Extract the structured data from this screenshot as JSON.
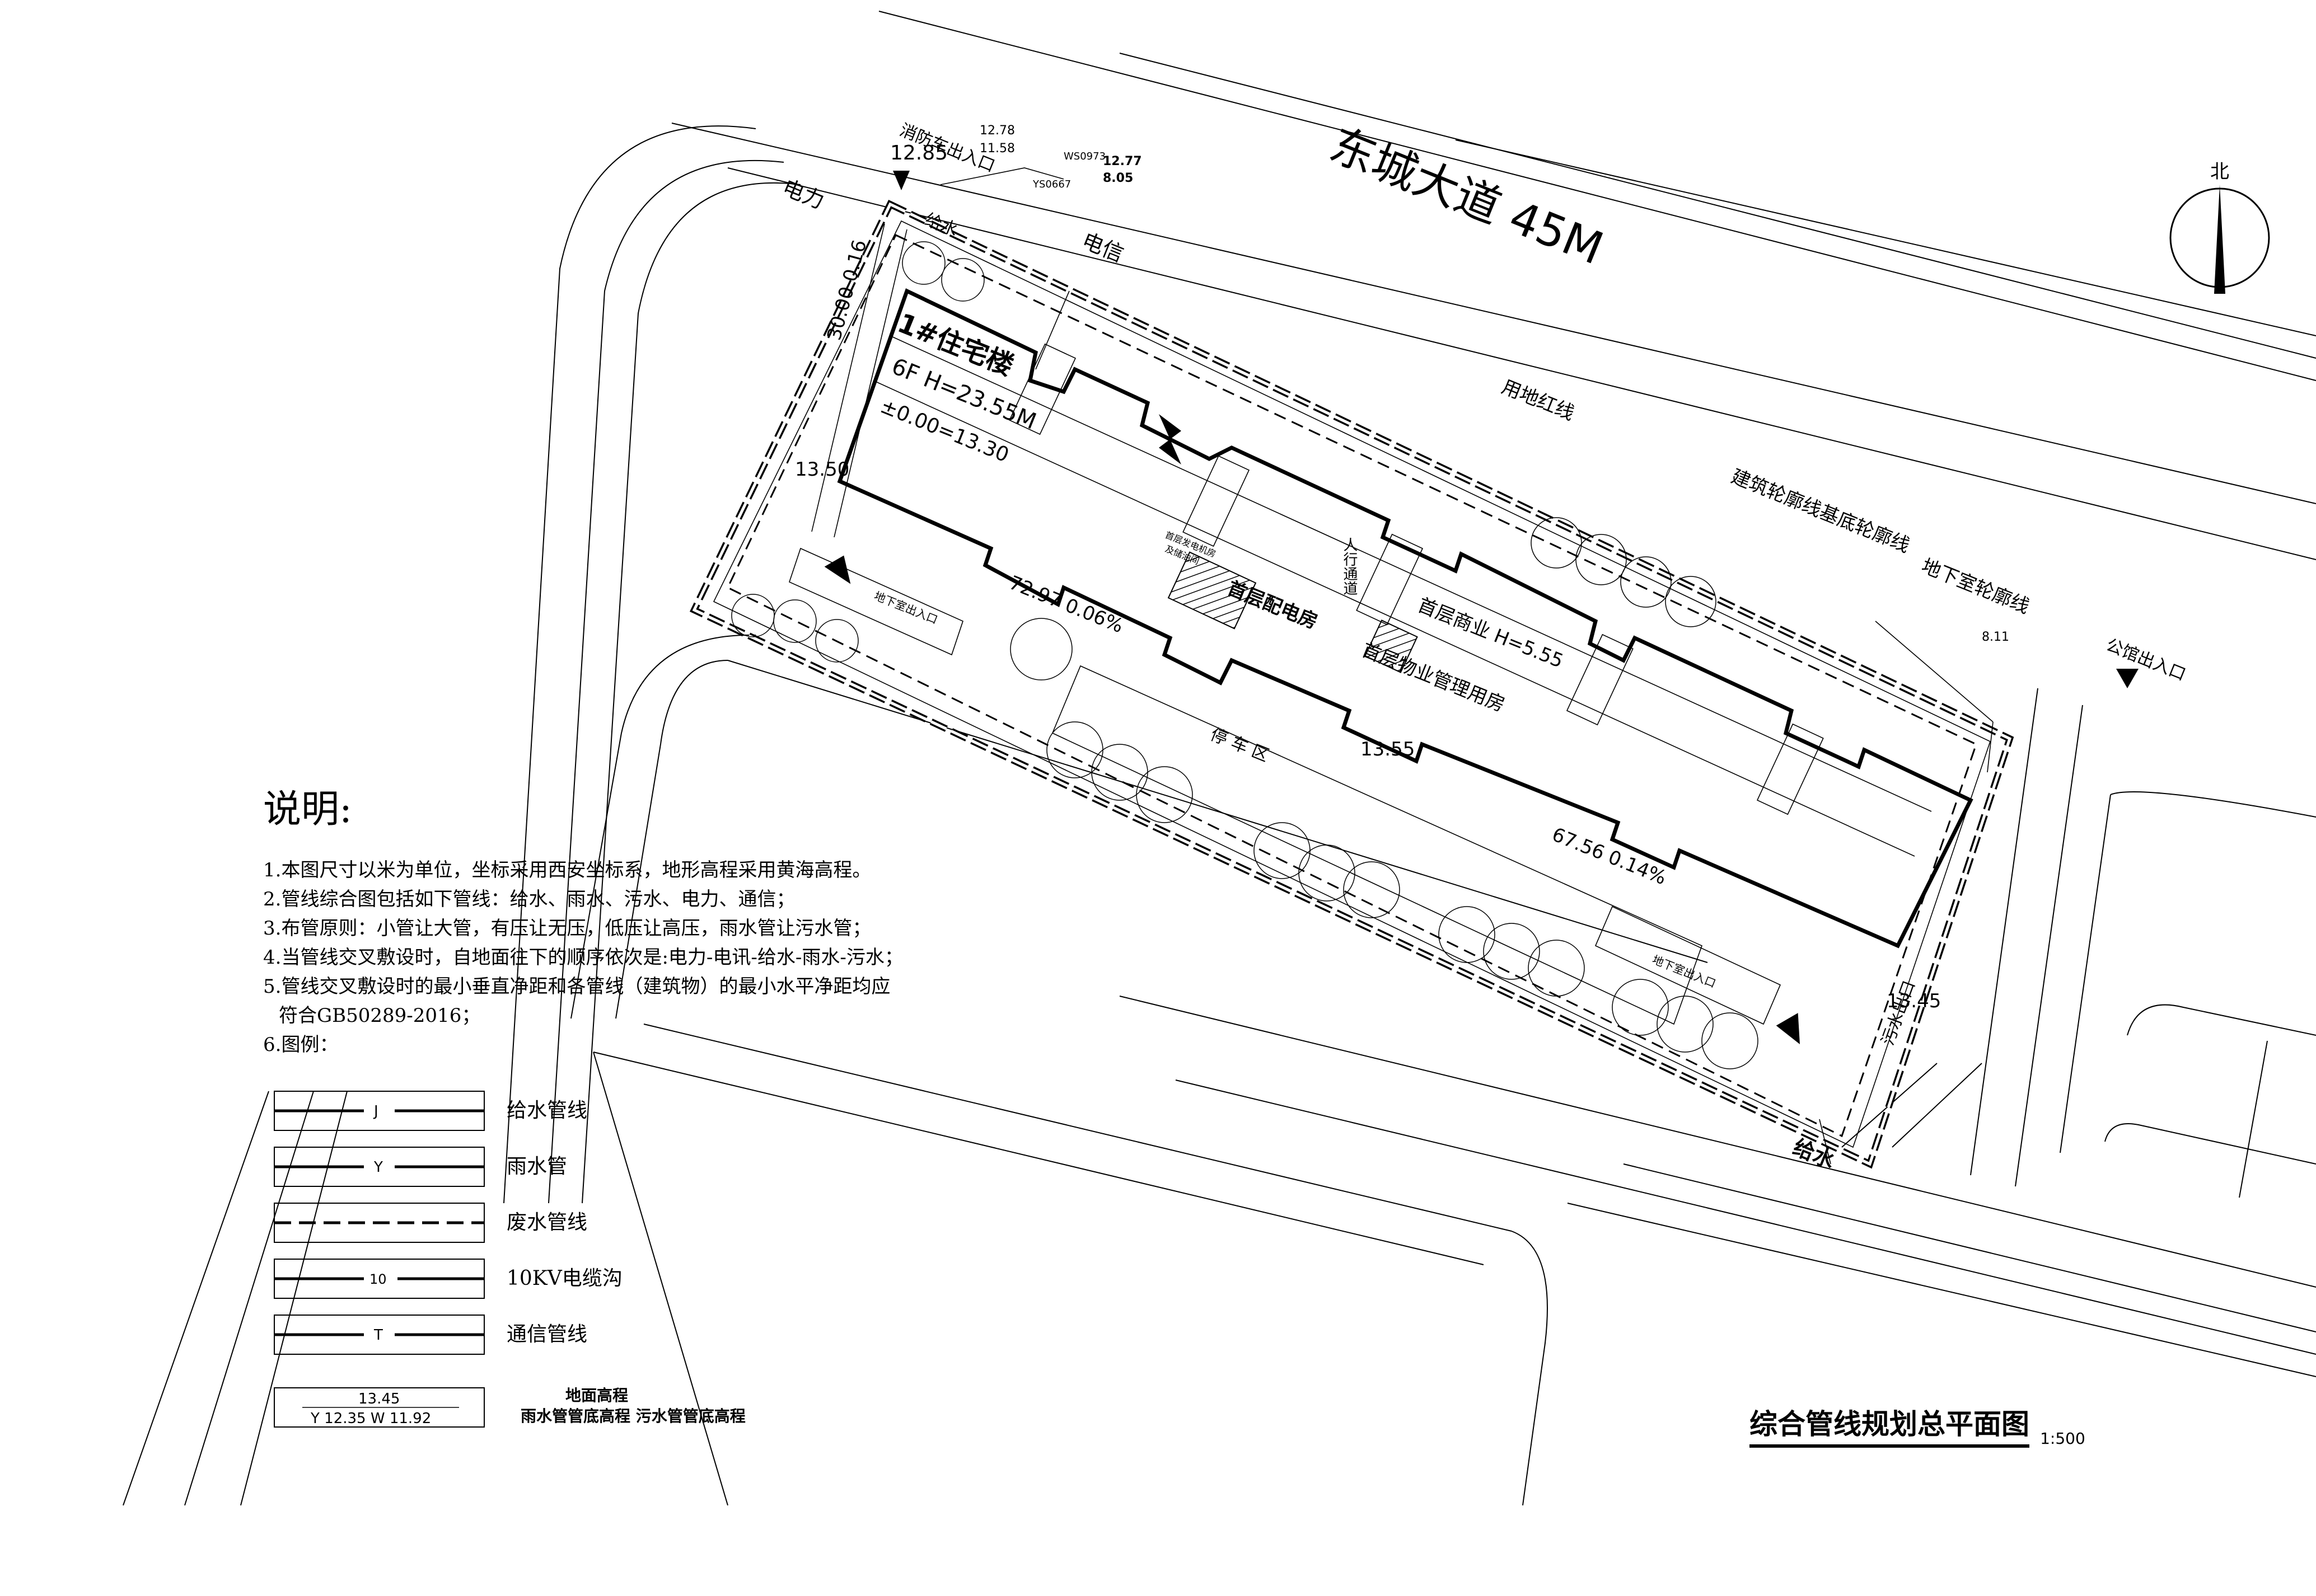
{
  "drawing": {
    "road_name": "东城大道 45M",
    "north_label": "北",
    "building": {
      "name": "1#住宅楼",
      "floors": "6F H=23.55M",
      "elevation": "±0.00=13.30"
    },
    "rooms": {
      "commercial": "首层商业  H=5.55",
      "property_office": "首层物业管理用房",
      "power_room": "首层配电房",
      "generator_room": "首层发电机房",
      "generator_room_2": "及储油间",
      "walkway": "人行通道",
      "parking": "停 车 区",
      "basement_entry_left": "地下室出入口",
      "basement_entry_right": "地下室出入口"
    },
    "callouts": {
      "red_line": "用地红线",
      "outline": "建筑轮廓线基底轮廓线",
      "basement_outline": "地下室轮廓线",
      "fire_entry": "消防车出入口",
      "public_entry": "公馆出入口",
      "power": "电力",
      "telecom": "电信",
      "water": "给水",
      "water_top": "给水",
      "sewer_outlet": "污水出口"
    },
    "elevations": {
      "e1": "12.85",
      "e2": "13.50",
      "e3": "13.55",
      "e4": "13.45",
      "e5_top": "12.78",
      "e5_bot": "11.58",
      "e6_top": "12.77",
      "e6_bot": "8.05",
      "e7": "8.11",
      "ws_label": "WS0973",
      "ys_label": "YS0667"
    },
    "pipe_labels": {
      "slope_left": "72.97  0.06%",
      "slope_right": "67.56  0.14%",
      "left_side": "30.00 0.16"
    }
  },
  "notes": {
    "heading": "说明:",
    "items": [
      "1.本图尺寸以米为单位，坐标采用西安坐标系，地形高程采用黄海高程。",
      "2.管线综合图包括如下管线：给水、雨水、污水、电力、通信；",
      "3.布管原则：小管让大管，有压让无压，低压让高压，雨水管让污水管；",
      "4.当管线交叉敷设时，自地面往下的顺序依次是:电力-电讯-给水-雨水-污水；",
      "5.管线交叉敷设时的最小垂直净距和各管线（建筑物）的最小水平净距均应",
      "符合GB50289-2016；",
      "6.图例："
    ]
  },
  "legend": {
    "items": [
      {
        "code": "J",
        "label": "给水管线"
      },
      {
        "code": "Y",
        "label": "雨水管"
      },
      {
        "code": "",
        "label": "废水管线"
      },
      {
        "code": "10",
        "label": "10KV电缆沟"
      },
      {
        "code": "T",
        "label": "通信管线"
      }
    ],
    "elev_sample": {
      "top": "13.45",
      "bottom": "Y 12.35 W 11.92",
      "desc_top": "地面高程",
      "desc_bottom": "雨水管管底高程  污水管管底高程"
    }
  },
  "title": {
    "main": "综合管线规划总平面图",
    "scale": "1:500"
  }
}
